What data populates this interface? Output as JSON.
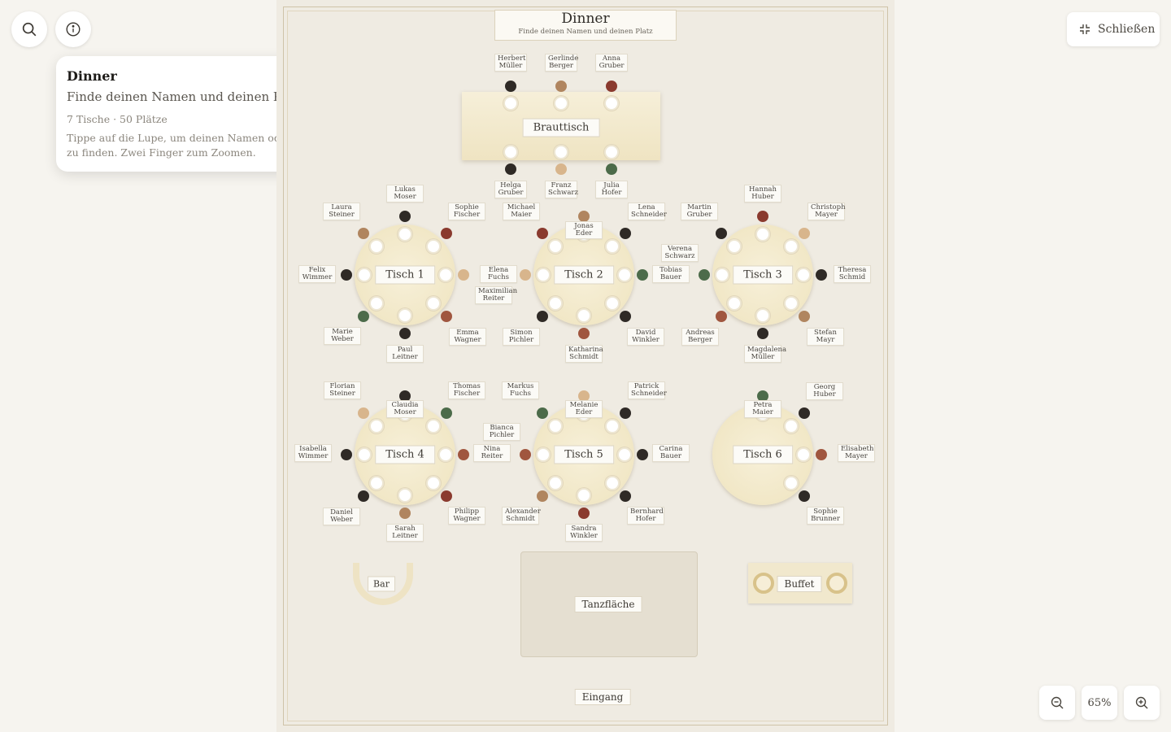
{
  "toolbar": {
    "close_label": "Schließen",
    "zoom_level": "65%"
  },
  "info": {
    "title": "Dinner",
    "subtitle": "Finde deinen Namen und deinen Platz",
    "meta": "7 Tische · 50 Plätze",
    "hint": "Tippe auf die Lupe, um deinen Namen oder einen Ort zu finden. Zwei Finger zum Zoomen."
  },
  "plan": {
    "title": "Dinner",
    "subtitle": "Finde deinen Namen und deinen Platz",
    "head_table": {
      "name": "Brauttisch",
      "guests": [
        "Herbert Müller",
        "Gerlinde Berger",
        "Anna Gruber",
        "Helga Gruber",
        "Franz Schwarz",
        "Julia Hofer"
      ]
    },
    "tables": [
      {
        "name": "Tisch 1",
        "guests": [
          "Lukas Moser",
          "Sophie Fischer",
          "Laura Steiner",
          "Felix Wimmer",
          "Marie Weber",
          "Paul Leitner",
          "Emma Wagner",
          "Elena Fuchs"
        ]
      },
      {
        "name": "Tisch 2",
        "guests": [
          "Jonas Eder",
          "Michael Maier",
          "Lena Schneider",
          "Maximilian Reiter",
          "Tobias Bauer",
          "Simon Pichler",
          "Katharina Schmidt",
          "David Winkler"
        ]
      },
      {
        "name": "Tisch 3",
        "guests": [
          "Hannah Huber",
          "Martin Gruber",
          "Christoph Mayer",
          "Verena Schwarz",
          "Theresa Schmid",
          "Andreas Berger",
          "Magdalena Müller",
          "Stefan Mayr"
        ]
      },
      {
        "name": "Tisch 4",
        "guests": [
          "Claudia Moser",
          "Florian Steiner",
          "Thomas Fischer",
          "Isabella Wimmer",
          "Nina Reiter",
          "Daniel Weber",
          "Sarah Leitner",
          "Philipp Wagner"
        ]
      },
      {
        "name": "Tisch 5",
        "guests": [
          "Melanie Eder",
          "Markus Fuchs",
          "Patrick Schneider",
          "Bianca Pichler",
          "Carina Bauer",
          "Alexander Schmidt",
          "Sandra Winkler",
          "Bernhard Hofer"
        ]
      },
      {
        "name": "Tisch 6",
        "guests": [
          "Petra Maier",
          "Georg Huber",
          "Elisabeth Mayer",
          "Sophie Brunner"
        ]
      }
    ],
    "places": {
      "bar": "Bar",
      "dance": "Tanzfläche",
      "buffet": "Buffet",
      "entrance": "Eingang"
    }
  },
  "icons": {
    "search": "search-icon",
    "info": "info-icon",
    "close": "collapse-icon",
    "zoom_out": "zoom-out-icon",
    "zoom_in": "zoom-in-icon"
  }
}
